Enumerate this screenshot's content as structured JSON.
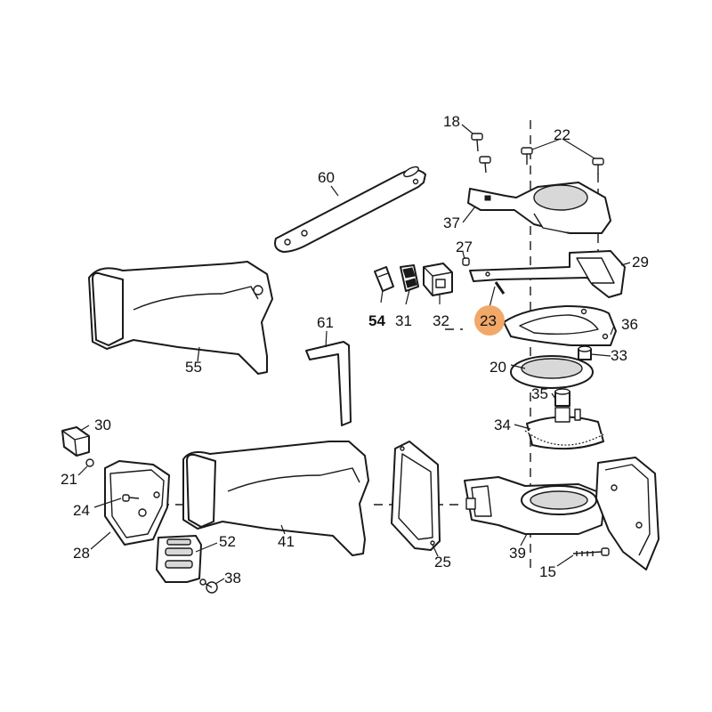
{
  "highlight_color": "#f2a868",
  "labels": {
    "p18": "18",
    "p22": "22",
    "p60": "60",
    "p37": "37",
    "p27": "27",
    "p29": "29",
    "p54": "54",
    "p31": "31",
    "p32": "32",
    "p23": "23",
    "p36": "36",
    "p61": "61",
    "p55": "55",
    "p20": "20",
    "p33": "33",
    "p35": "35",
    "p30": "30",
    "p34": "34",
    "p21": "21",
    "p24": "24",
    "p41": "41",
    "p28": "28",
    "p52": "52",
    "p25": "25",
    "p39": "39",
    "p15": "15",
    "p38": "38"
  },
  "highlighted_part": "23"
}
